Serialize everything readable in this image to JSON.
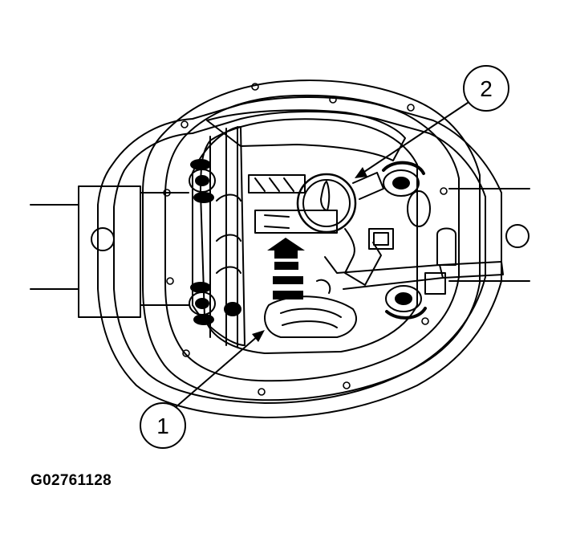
{
  "figure": {
    "id": "G02761128",
    "callouts": [
      {
        "number": "1"
      },
      {
        "number": "2"
      }
    ]
  },
  "colors": {
    "ink": "#000000",
    "paper": "#ffffff"
  }
}
